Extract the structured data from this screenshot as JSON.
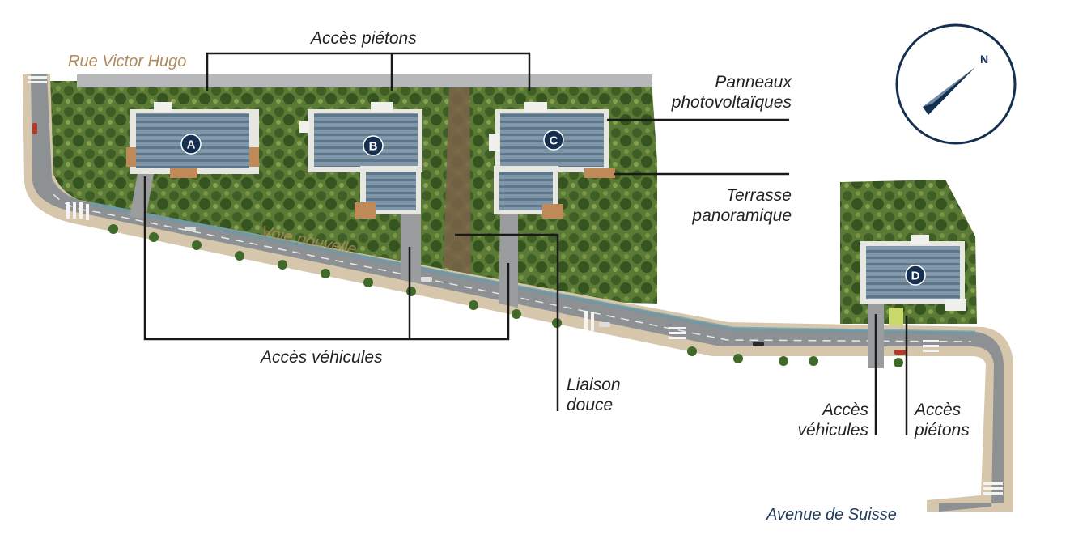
{
  "streets": {
    "rue_victor_hugo": "Rue Victor Hugo",
    "voie_nouvelle": "Voie nouvelle",
    "avenue_de_suisse": "Avenue de Suisse"
  },
  "labels": {
    "acces_pietons_top": "Accès piétons",
    "panneaux_line1": "Panneaux",
    "panneaux_line2": "photovoltaïques",
    "terrasse_line1": "Terrasse",
    "terrasse_line2": "panoramique",
    "acces_vehicules_main": "Accès véhicules",
    "liaison_line1": "Liaison",
    "liaison_line2": "douce",
    "acces_vehicules_d_line1": "Accès",
    "acces_vehicules_d_line2": "véhicules",
    "acces_pietons_d_line1": "Accès",
    "acces_pietons_d_line2": "piétons"
  },
  "buildings": [
    {
      "letter": "A"
    },
    {
      "letter": "B"
    },
    {
      "letter": "C"
    },
    {
      "letter": "D"
    }
  ],
  "compass": {
    "north": "N"
  },
  "colors": {
    "callout_line": "#1a1a1a",
    "building_badge": "#142f4f",
    "street_label_brown": "#b08a5a",
    "street_label_blue": "#1f3a5c",
    "vegetation": "#4a6b2e",
    "road": "#8a8e90",
    "roof_panels": "#6d8a9e"
  }
}
